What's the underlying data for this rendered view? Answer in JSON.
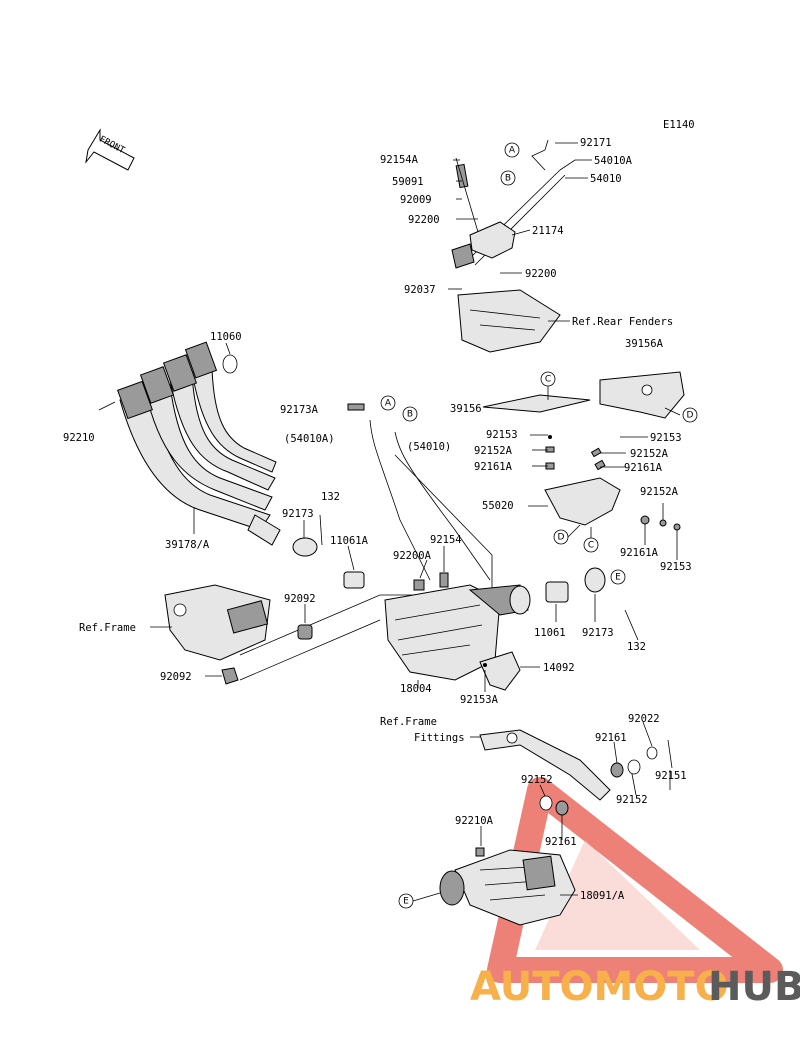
{
  "diagram_code": "E1140",
  "front_label": "FRONT",
  "watermark": {
    "brand_part1": "AUTOMOTO",
    "brand_part2": "HUB",
    "color_logo": "#e8574a",
    "color_auto": "#f7b04a",
    "color_hub": "#5b5b5b"
  },
  "callouts": {
    "A": "A",
    "B": "B",
    "C": "C",
    "D": "D",
    "E": "E"
  },
  "labels": {
    "p92171": "92171",
    "p54010A": "54010A",
    "p54010": "54010",
    "p92154A": "92154A",
    "p59091": "59091",
    "p92009": "92009",
    "p92200_top": "92200",
    "p21174": "21174",
    "p92200_mid": "92200",
    "p92037": "92037",
    "ref_rear_fenders": "Ref.Rear Fenders",
    "p11060": "11060",
    "p39156A": "39156A",
    "p92210": "92210",
    "p92173A": "92173A",
    "p54010A_paren": "(54010A)",
    "p54010_paren": "(54010)",
    "p39156": "39156",
    "p92153_l": "92153",
    "p92152A_l": "92152A",
    "p92161A_l": "92161A",
    "p92153_r": "92153",
    "p92152A_r": "92152A",
    "p92161A_r": "92161A",
    "p55020": "55020",
    "p92152A_r2": "92152A",
    "p92161A_r2": "92161A",
    "p92153_r2": "92153",
    "p132_top": "132",
    "p92173_l": "92173",
    "p11061A": "11061A",
    "p39178A": "39178/A",
    "p92154": "92154",
    "p92200A": "92200A",
    "p92092_top": "92092",
    "ref_frame": "Ref.Frame",
    "p11061": "11061",
    "p92173_r": "92173",
    "p132_bot": "132",
    "p14092": "14092",
    "p92092_bot": "92092",
    "p18004": "18004",
    "p92153A": "92153A",
    "ref_frame_fittings_1": "Ref.Frame",
    "ref_frame_fittings_2": "Fittings",
    "p92022": "92022",
    "p92161_top": "92161",
    "p92151": "92151",
    "p92152_r": "92152",
    "p92152_l": "92152",
    "p92210A": "92210A",
    "p92161_bot": "92161",
    "p18091A": "18091/A"
  }
}
